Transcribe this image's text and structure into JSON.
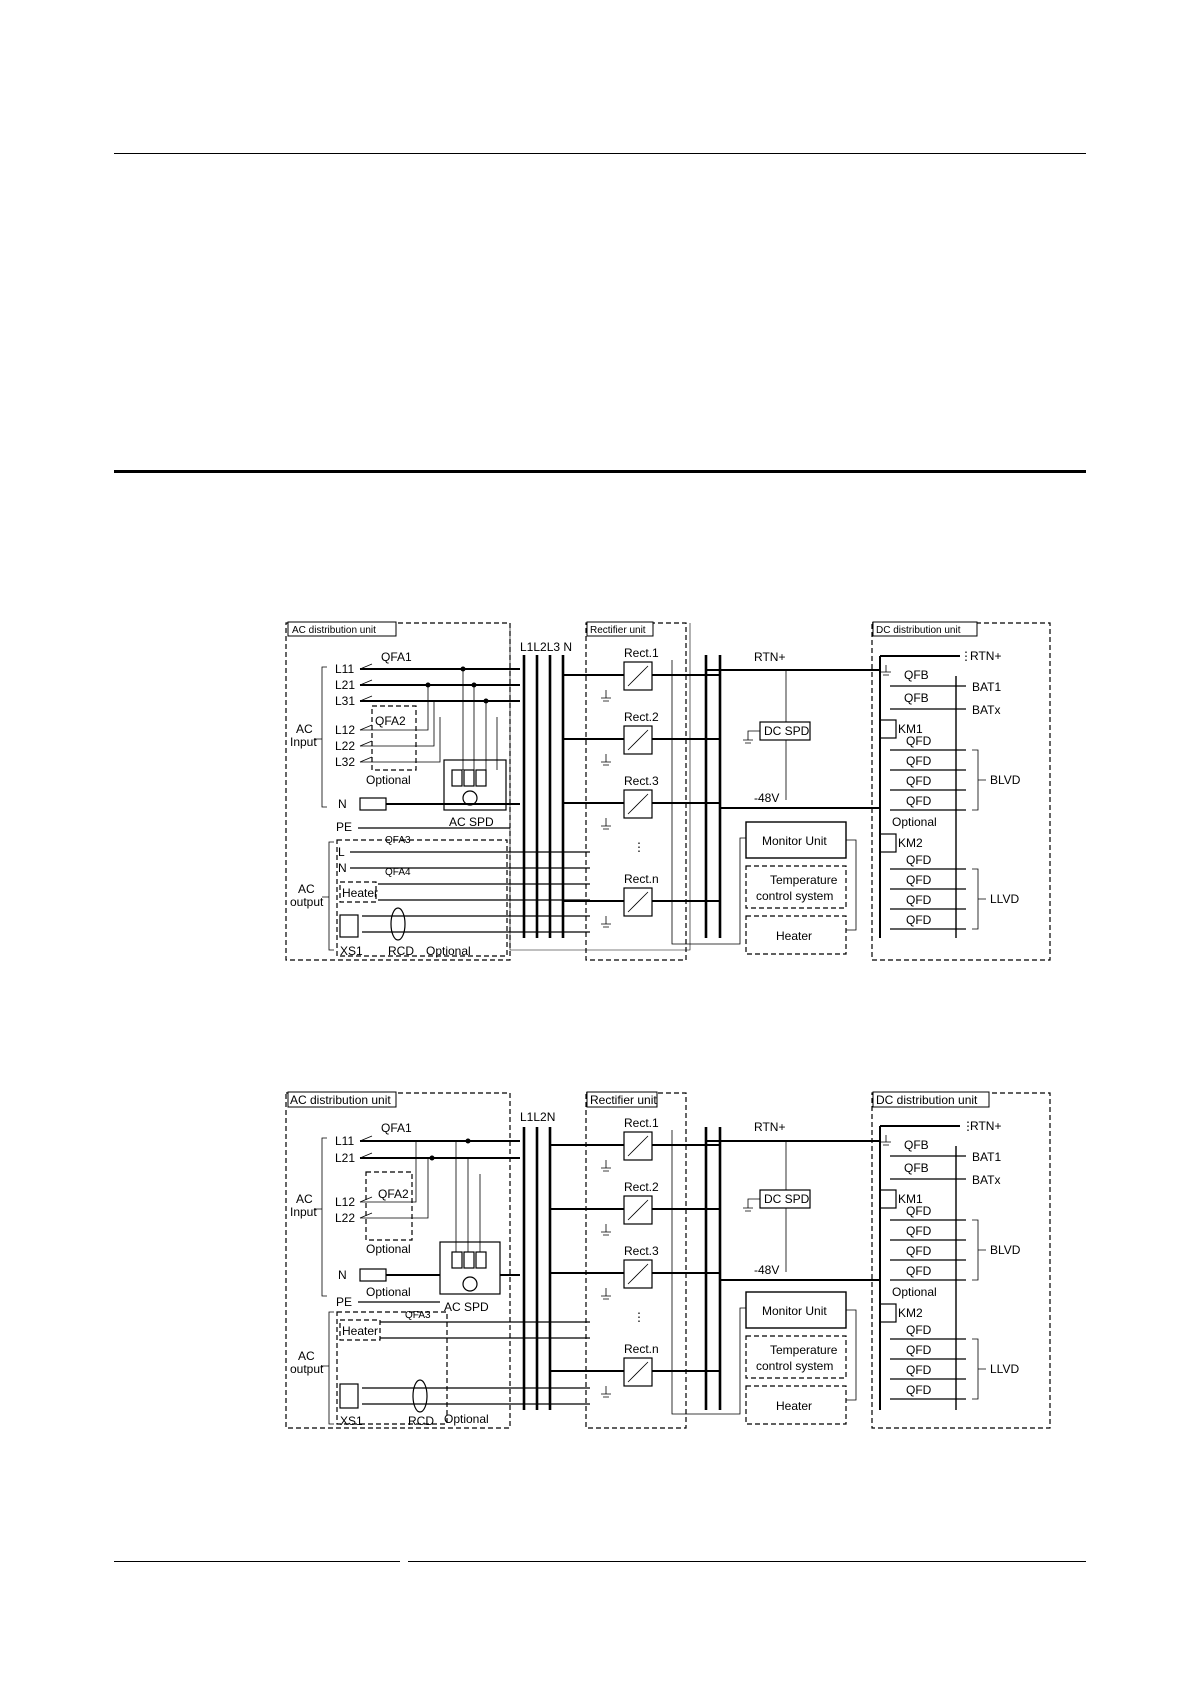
{
  "diagram_1": {
    "ac_distribution_unit": "AC distribution unit",
    "rectifier_unit": "Rectifier unit",
    "dc_distribution_unit": "DC distribution unit",
    "bus_labels": "L1L2L3 N",
    "ac_input": {
      "line1": "AC",
      "line2": "Input"
    },
    "ac_output": {
      "line1": "AC",
      "line2": "output"
    },
    "inputs": [
      "L11",
      "L21",
      "L31",
      "L12",
      "L22",
      "L32"
    ],
    "qfa1": "QFA1",
    "qfa2": "QFA2",
    "qfa3": "QFA3",
    "qfa4": "QFA4",
    "optional": "Optional",
    "n": "N",
    "pe": "PE",
    "ac_spd": "AC SPD",
    "l": "L",
    "heater_small": "Heater",
    "xs1": "XS1",
    "rcd": "RCD",
    "rectifiers": [
      "Rect.1",
      "Rect.2",
      "Rect.3",
      "Rect.n"
    ],
    "dots": "⋮",
    "rtn": "RTN+",
    "dc_spd": "DC SPD",
    "neg48": "-48V",
    "monitor_unit": "Monitor Unit",
    "temp_control": {
      "line1": "Temperature",
      "line2": "control system"
    },
    "heater": "Heater",
    "qfb": "QFB",
    "bat1": "BAT1",
    "batx": "BATx",
    "km1": "KM1",
    "km2": "KM2",
    "qfd": "QFD",
    "blvd": "BLVD",
    "llvd": "LLVD"
  },
  "diagram_2": {
    "ac_distribution_unit": "AC distribution unit",
    "rectifier_unit": "Rectifier unit",
    "dc_distribution_unit": "DC distribution unit",
    "bus_labels": "L1L2N",
    "ac_input": {
      "line1": "AC",
      "line2": "Input"
    },
    "ac_output": {
      "line1": "AC",
      "line2": "output"
    },
    "inputs": [
      "L11",
      "L21",
      "L12",
      "L22"
    ],
    "qfa1": "QFA1",
    "qfa2": "QFA2",
    "qfa3": "QFA3",
    "optional": "Optional",
    "n": "N",
    "pe": "PE",
    "ac_spd": "AC SPD",
    "heater_small": "Heater",
    "xs1": "XS1",
    "rcd": "RCD",
    "rectifiers": [
      "Rect.1",
      "Rect.2",
      "Rect.3",
      "Rect.n"
    ],
    "dots": "⋮",
    "rtn": "RTN+",
    "dc_spd": "DC SPD",
    "neg48": "-48V",
    "monitor_unit": "Monitor Unit",
    "temp_control": {
      "line1": "Temperature",
      "line2": "control system"
    },
    "heater": "Heater",
    "qfb": "QFB",
    "bat1": "BAT1",
    "batx": "BATx",
    "km1": "KM1",
    "km2": "KM2",
    "qfd": "QFD",
    "blvd": "BLVD",
    "llvd": "LLVD"
  }
}
